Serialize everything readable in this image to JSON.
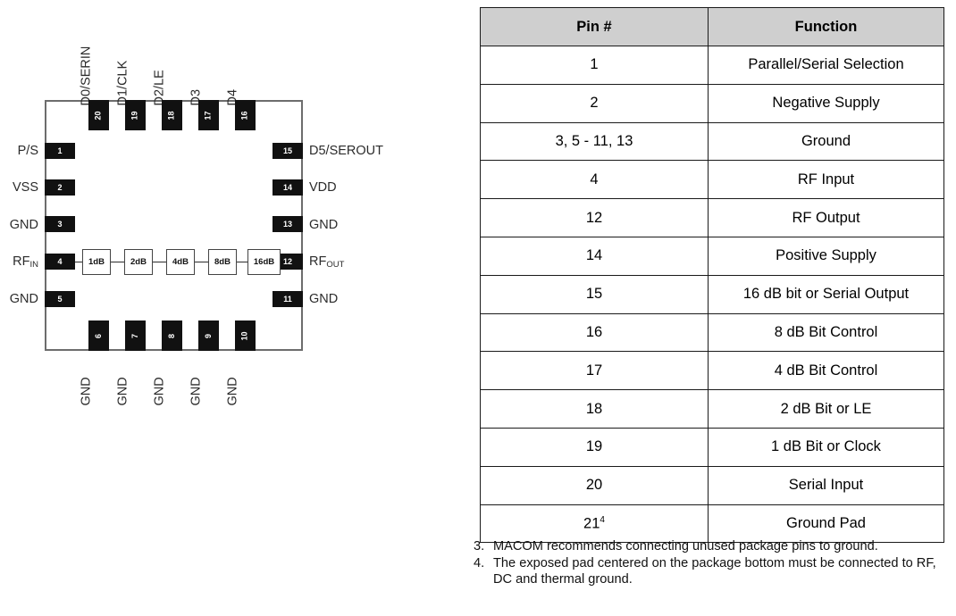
{
  "diagram": {
    "name": "qfn-20-pinout-diagram",
    "package_outline_color": "#6d6d6d",
    "pad_color": "#111111",
    "pads_left": [
      {
        "num": "1",
        "label": "P/S"
      },
      {
        "num": "2",
        "label": "VSS"
      },
      {
        "num": "3",
        "label": "GND"
      },
      {
        "num": "4",
        "label": "RF",
        "sub": "IN"
      },
      {
        "num": "5",
        "label": "GND"
      }
    ],
    "pads_right": [
      {
        "num": "15",
        "label": "D5/SEROUT"
      },
      {
        "num": "14",
        "label": "VDD"
      },
      {
        "num": "13",
        "label": "GND"
      },
      {
        "num": "12",
        "label": "RF",
        "sub": "OUT"
      },
      {
        "num": "11",
        "label": "GND"
      }
    ],
    "pads_top": [
      {
        "num": "20",
        "label": "D0/SERIN"
      },
      {
        "num": "19",
        "label": "D1/CLK"
      },
      {
        "num": "18",
        "label": "D2/LE"
      },
      {
        "num": "17",
        "label": "D3"
      },
      {
        "num": "16",
        "label": "D4"
      }
    ],
    "pads_bottom": [
      {
        "num": "6",
        "label": "GND"
      },
      {
        "num": "7",
        "label": "GND"
      },
      {
        "num": "8",
        "label": "GND"
      },
      {
        "num": "9",
        "label": "GND"
      },
      {
        "num": "10",
        "label": "GND"
      }
    ],
    "attenuator_stages": [
      "1dB",
      "2dB",
      "4dB",
      "8dB",
      "16dB"
    ]
  },
  "table": {
    "name": "pin-function-table",
    "header_background": "#cfcfcf",
    "columns": [
      "Pin #",
      "Function"
    ],
    "rows": [
      {
        "pin": "1",
        "function": "Parallel/Serial Selection"
      },
      {
        "pin": "2",
        "function": "Negative Supply"
      },
      {
        "pin": "3, 5 - 11, 13",
        "function": "Ground"
      },
      {
        "pin": "4",
        "function": "RF Input"
      },
      {
        "pin": "12",
        "function": "RF Output"
      },
      {
        "pin": "14",
        "function": "Positive Supply"
      },
      {
        "pin": "15",
        "function": "16 dB bit or Serial Output"
      },
      {
        "pin": "16",
        "function": "8 dB Bit Control"
      },
      {
        "pin": "17",
        "function": "4 dB Bit Control"
      },
      {
        "pin": "18",
        "function": "2 dB Bit or LE"
      },
      {
        "pin": "19",
        "function": "1 dB Bit or Clock"
      },
      {
        "pin": "20",
        "function": "Serial Input"
      },
      {
        "pin": "21",
        "pin_superscript": "4",
        "function": "Ground Pad"
      }
    ]
  },
  "footnotes": [
    {
      "num": "3.",
      "text": "MACOM recommends connecting unused package pins to ground."
    },
    {
      "num": "4.",
      "text": "The exposed pad centered on the package bottom must be connected to RF, DC and thermal ground."
    }
  ]
}
